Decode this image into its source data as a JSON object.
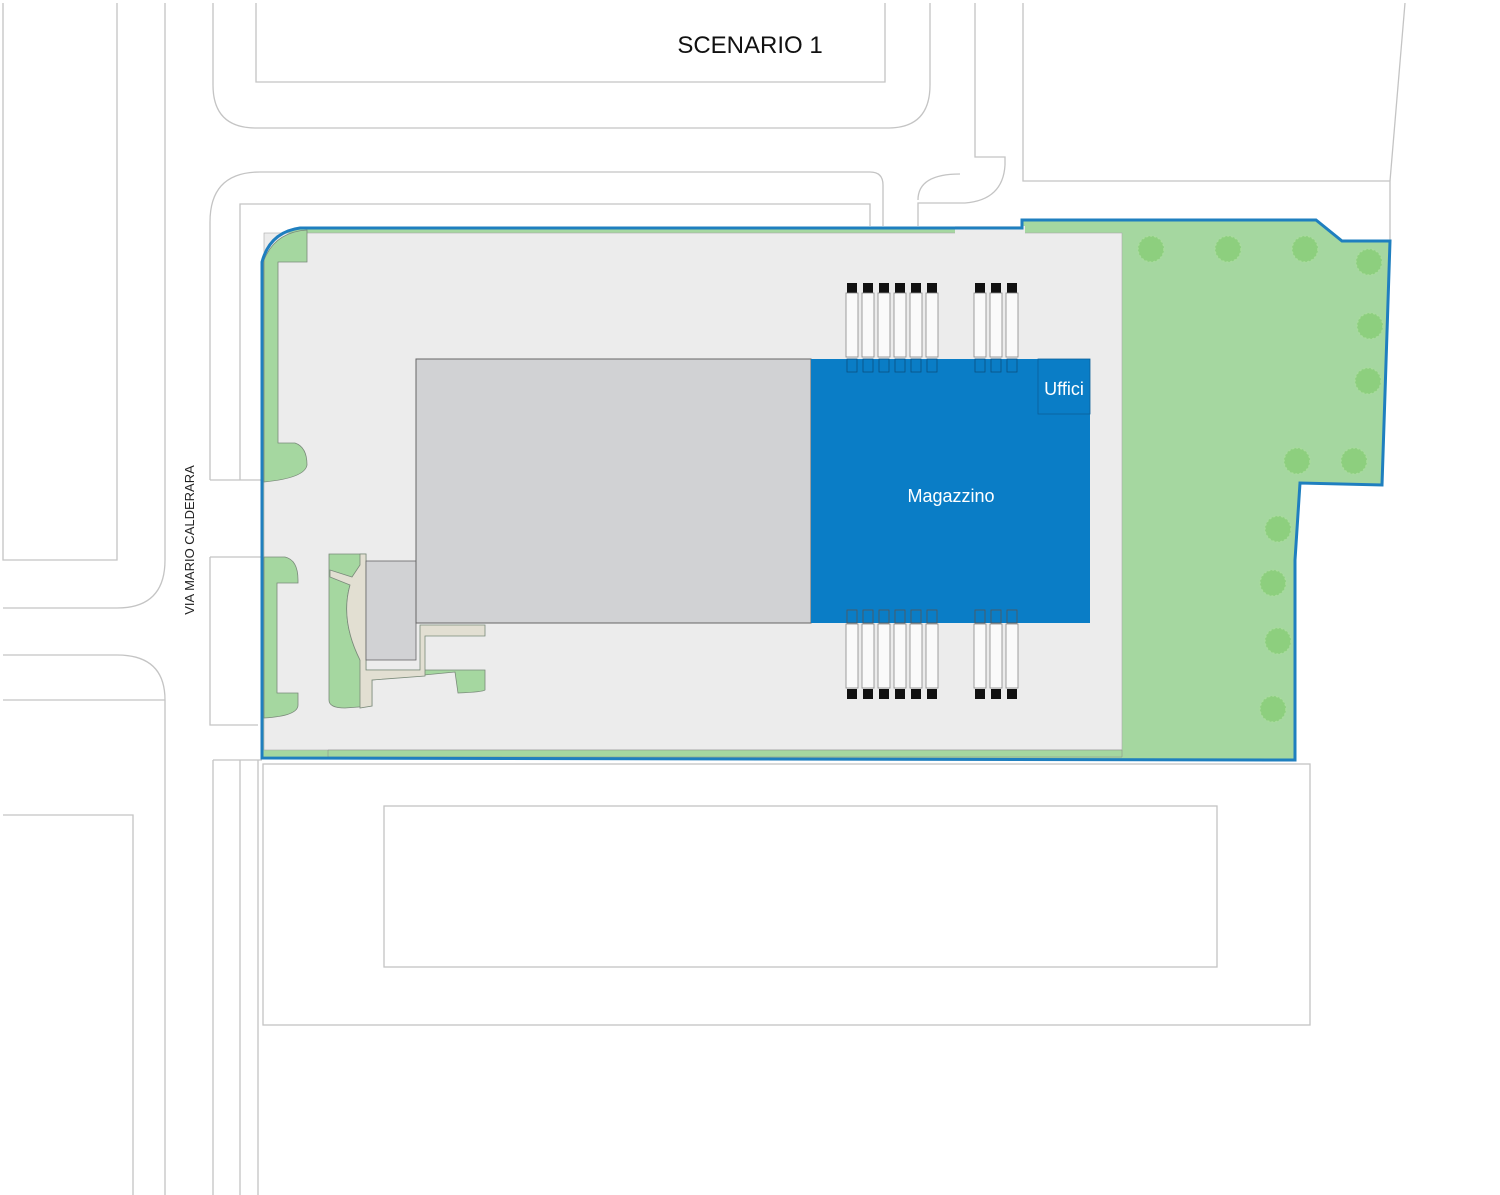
{
  "title": "SCENARIO 1",
  "street": "VIA MARIO CALDERARA",
  "labels": {
    "warehouse": "Magazzino",
    "offices": "Uffici"
  },
  "colors": {
    "site_border": "#1f7fbf",
    "warehouse": "#0a7dc6",
    "existing_building": "#d1d2d4",
    "green": "#a5d7a0",
    "tree": "#8dcf7e",
    "yard": "#ececec",
    "path": "#e2dfd2"
  }
}
